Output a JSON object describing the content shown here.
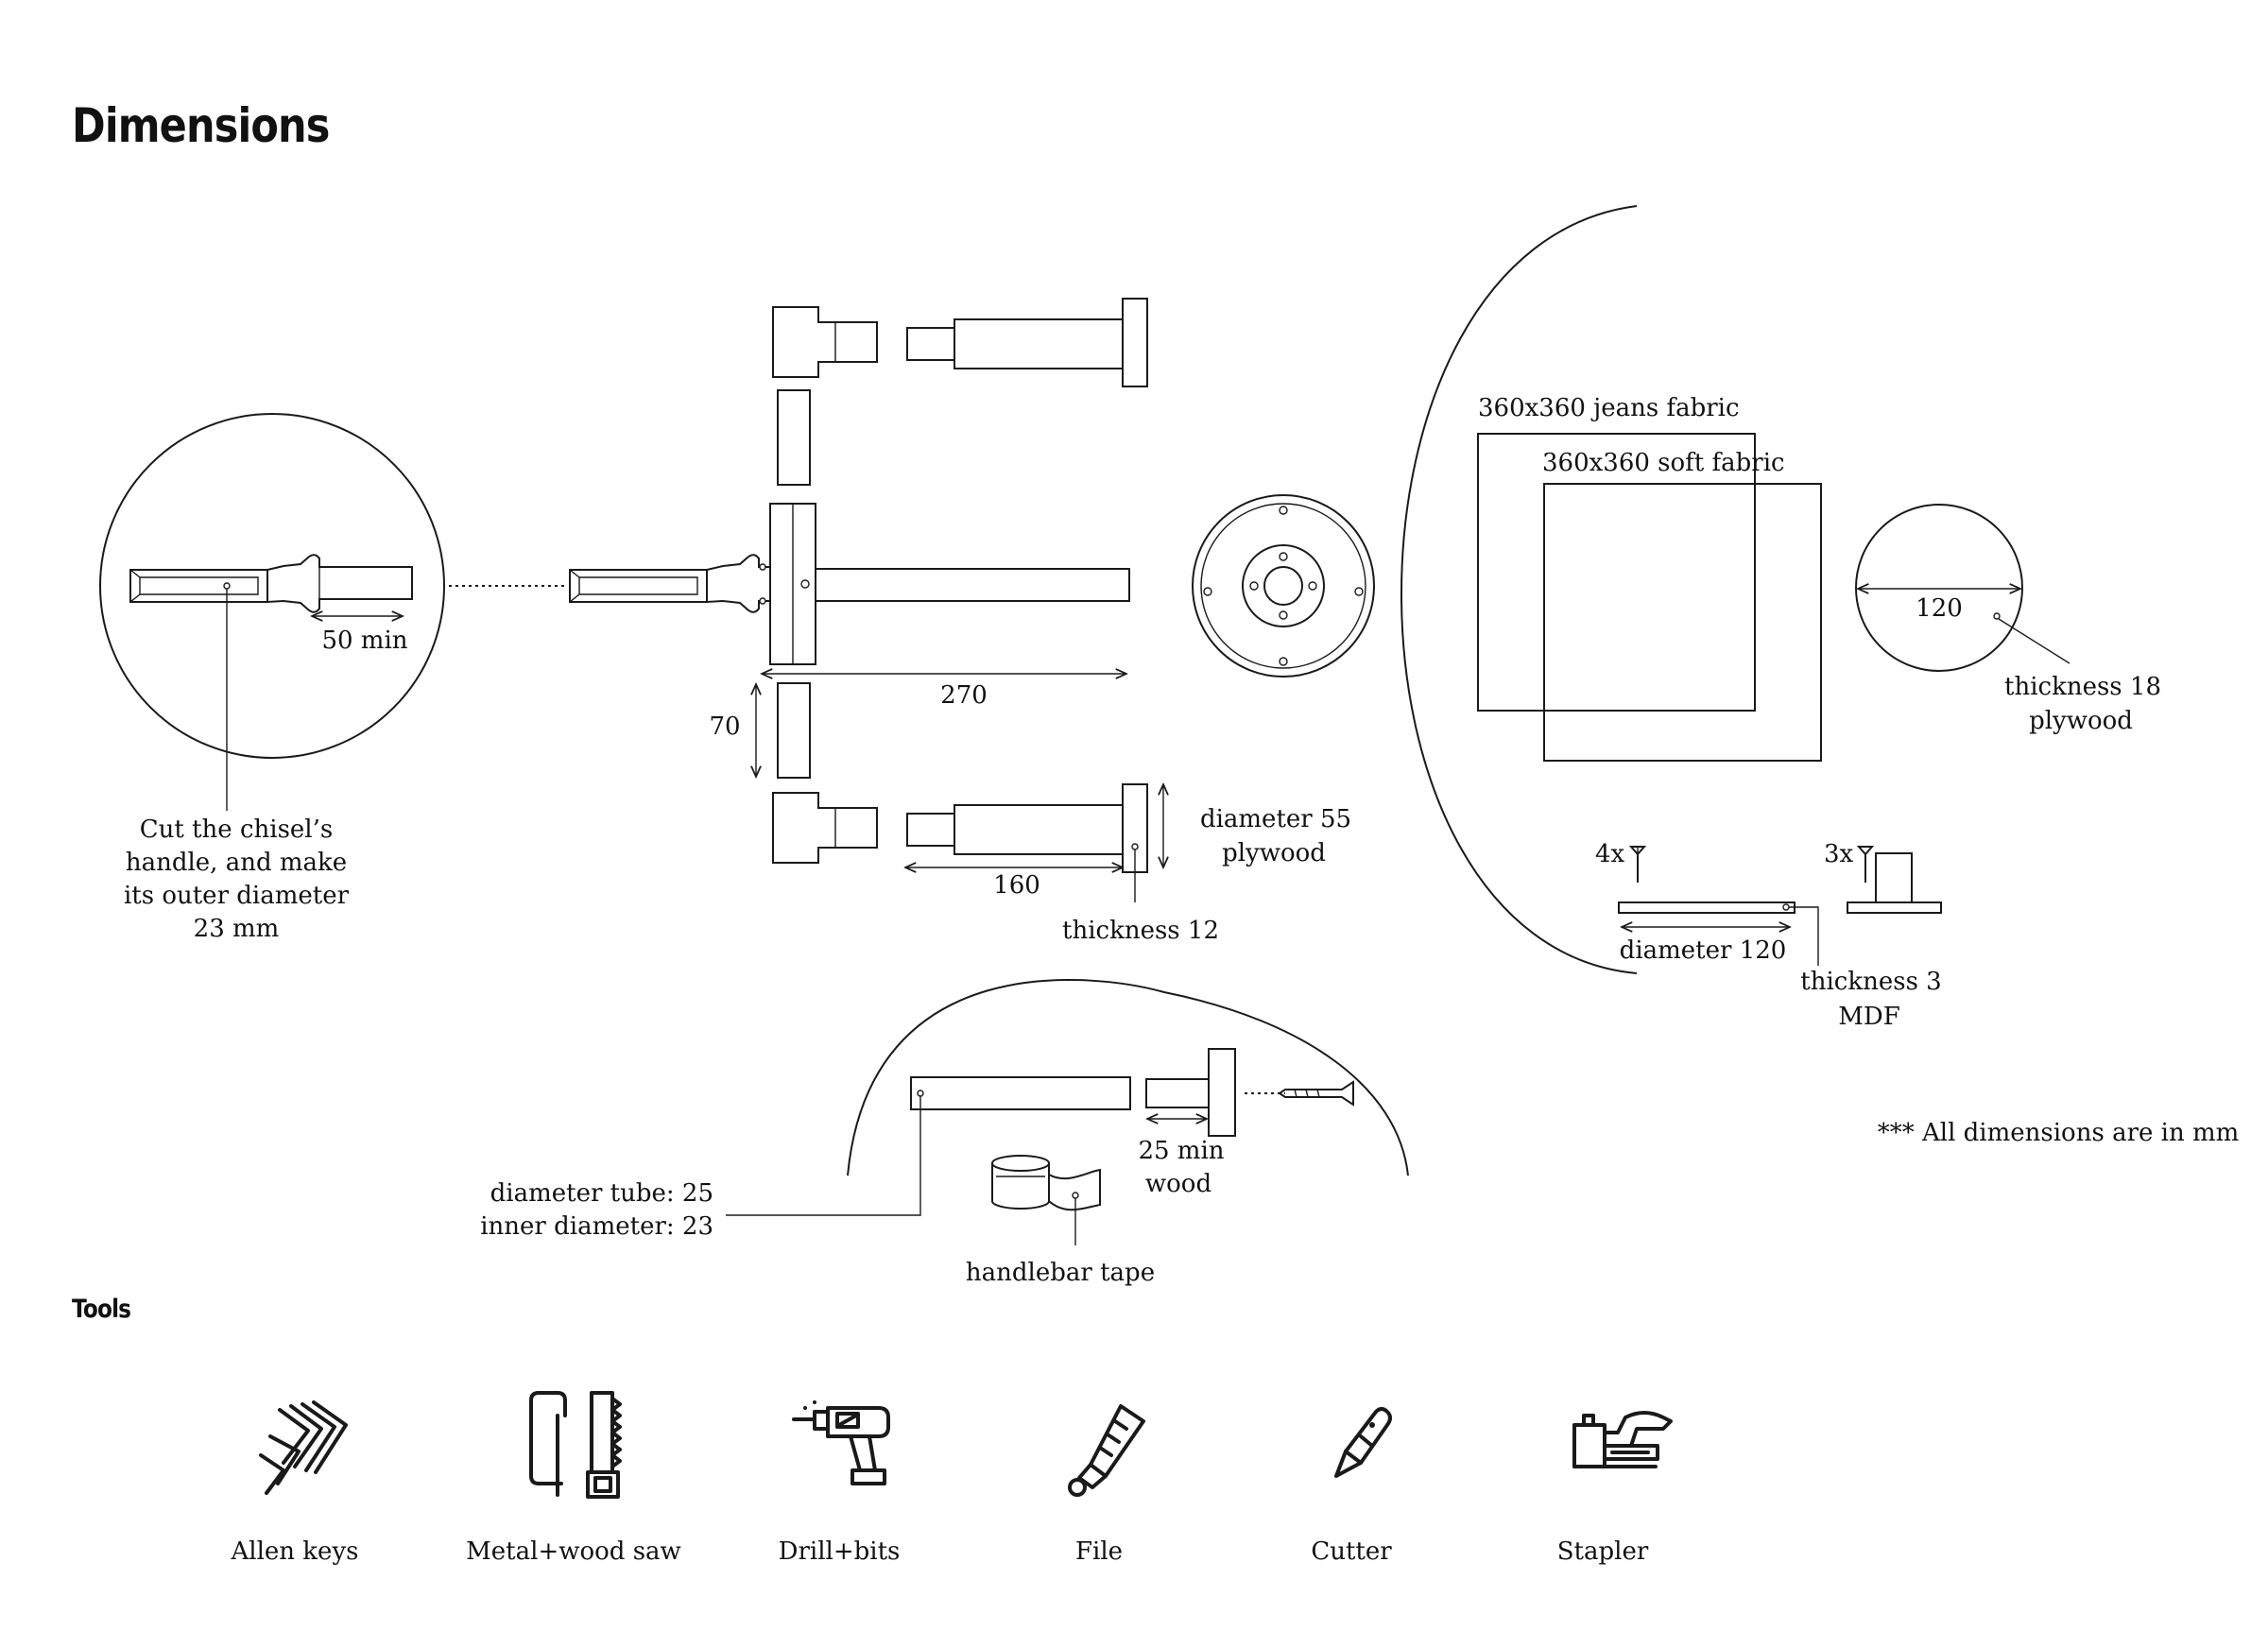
{
  "page": {
    "title": "Dimensions",
    "tools_title": "Tools"
  },
  "diagram": {
    "labels": {
      "chisel_min": "50 min",
      "chisel_note": [
        "Cut the chisel’s",
        "handle, and make",
        "its outer diameter",
        "23 mm"
      ],
      "length_270": "270",
      "length_70": "70",
      "length_160": "160",
      "thickness_12": "thickness 12",
      "diameter_55": "diameter 55",
      "diameter_55_material": "plywood",
      "jeans_fabric": "360x360 jeans fabric",
      "soft_fabric": "360x360 soft fabric",
      "disc_120": "120",
      "thickness_18": "thickness 18",
      "thickness_18_material": "plywood",
      "count_4x": "4x",
      "count_3x": "3x",
      "diameter_120": "diameter 120",
      "thickness_3": "thickness 3",
      "thickness_3_material": "MDF",
      "tube_min": "25 min",
      "tube_min_material": "wood",
      "tube_diameter": "diameter tube: 25",
      "tube_inner": "inner diameter: 23",
      "handlebar_tape": "handlebar tape",
      "units_note": "*** All dimensions are in mm"
    }
  },
  "tools": [
    {
      "label": "Allen keys",
      "icon": "allen-keys-icon"
    },
    {
      "label": "Metal+wood saw",
      "icon": "saw-icon"
    },
    {
      "label": "Drill+bits",
      "icon": "drill-icon"
    },
    {
      "label": "File",
      "icon": "file-icon"
    },
    {
      "label": "Cutter",
      "icon": "cutter-icon"
    },
    {
      "label": "Stapler",
      "icon": "stapler-icon"
    }
  ]
}
